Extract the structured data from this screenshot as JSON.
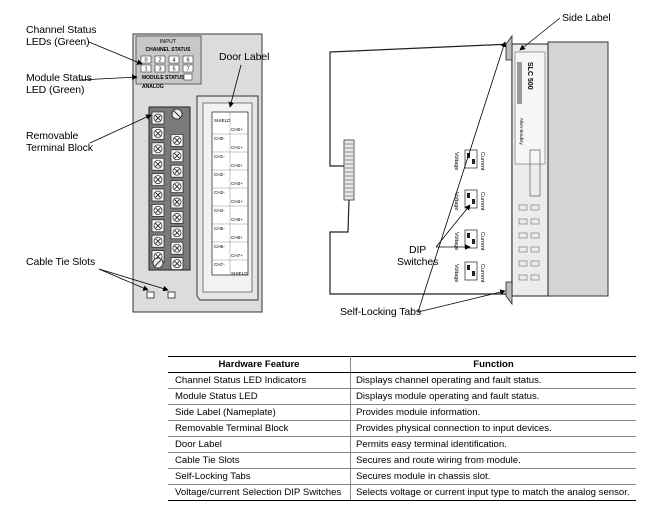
{
  "labels": {
    "channel_status_leds": "Channel Status\nLEDs (Green)",
    "module_status_led": "Module Status\nLED (Green)",
    "removable_terminal_block": "Removable\nTerminal Block",
    "cable_tie_slots": "Cable Tie Slots",
    "door_label": "Door Label",
    "side_label": "Side Label",
    "dip_switches": "DIP\nSwitches",
    "self_locking_tabs": "Self-Locking Tabs"
  },
  "module_front": {
    "header": "INPUT",
    "channel_status": "CHANNEL STATUS",
    "led_numbers": [
      "0",
      "2",
      "4",
      "6",
      "1",
      "3",
      "5",
      "7"
    ],
    "module_status": "MODULE STATUS",
    "analog": "ANALOG",
    "door_entries": [
      "SHIELD",
      "CH0+",
      "CH0-",
      "CH1+",
      "CH1-",
      "CH2+",
      "CH2-",
      "CH3+",
      "CH3-",
      "CH4+",
      "CH4-",
      "CH5+",
      "CH5-",
      "CH6+",
      "CH6-",
      "CH7+",
      "CH7-",
      "SHIELD"
    ]
  },
  "module_side": {
    "dip_current": "Current",
    "dip_voltage": "Voltage",
    "nameplate": "SLC 500",
    "brand": "Allen-Bradley"
  },
  "table": {
    "headers": [
      "Hardware Feature",
      "Function"
    ],
    "rows": [
      [
        "Channel Status LED Indicators",
        "Displays channel operating and fault status."
      ],
      [
        "Module Status LED",
        "Displays module operating and fault status."
      ],
      [
        "Side Label (Nameplate)",
        "Provides module information."
      ],
      [
        "Removable Terminal Block",
        "Provides physical connection to input devices."
      ],
      [
        "Door Label",
        "Permits easy terminal identification."
      ],
      [
        "Cable Tie Slots",
        "Secures and route wiring from module."
      ],
      [
        "Self-Locking Tabs",
        "Secures module in chassis slot."
      ],
      [
        "Voltage/current Selection DIP Switches",
        "Selects voltage or current input type to match the analog sensor."
      ]
    ]
  }
}
